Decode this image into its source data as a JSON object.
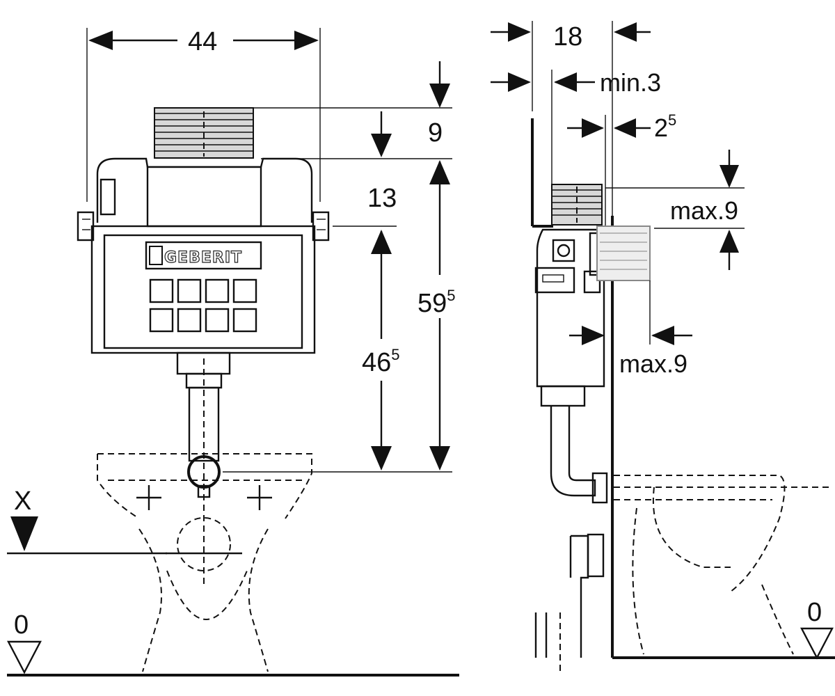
{
  "dimensions": {
    "width": "44",
    "depth": "18",
    "min_gap": "min.3",
    "offset_base": "2",
    "offset_sup": "5",
    "top_height": "9",
    "upper_section": "13",
    "total_height_base": "59",
    "total_height_sup": "5",
    "cistern_height_base": "46",
    "cistern_height_sup": "5",
    "max_plate_height": "max.9",
    "max_plate_depth": "max.9"
  },
  "levels": {
    "x_marker": "X",
    "floor_marker_front": "0",
    "floor_marker_side": "0"
  },
  "brand": {
    "logo_text": "GEBERIT"
  },
  "colors": {
    "line": "#111111",
    "background": "#ffffff",
    "panel_fill": "#d8d8d8"
  }
}
